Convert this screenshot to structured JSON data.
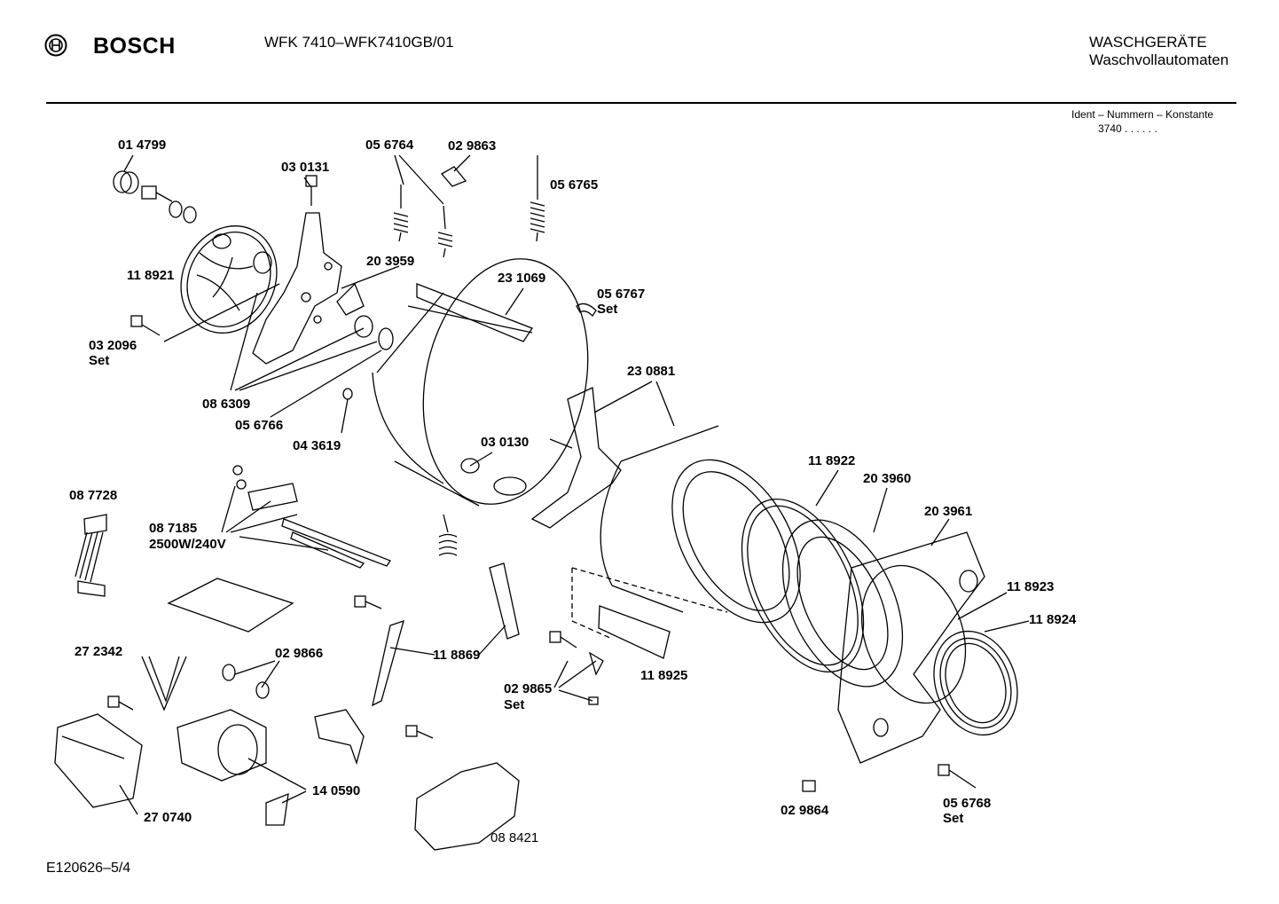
{
  "header": {
    "brand": "BOSCH",
    "model": "WFK 7410–WFK7410GB/01",
    "category_line1": "WASCHGERÄTE",
    "category_line2": "Waschvollautomaten",
    "ident_label": "Ident – Nummern – Konstante",
    "ident_value": "3740 . . . . . ."
  },
  "footer": {
    "doc_id": "E120626–5/4"
  },
  "parts": {
    "p014799": "01 4799",
    "p118921": "11 8921",
    "p032096": "03 2096",
    "p032096set": "Set",
    "p030131": "03 0131",
    "p056764": "05 6764",
    "p029863": "02 9863",
    "p056765": "05 6765",
    "p203959": "20 3959",
    "p231069": "23 1069",
    "p056767": "05 6767",
    "p056767set": "Set",
    "p086309": "08 6309",
    "p056766": "05 6766",
    "p043619": "04 3619",
    "p230881": "23 0881",
    "p030130": "03 0130",
    "p118922": "11 8922",
    "p203960": "20 3960",
    "p203961": "20 3961",
    "p087728": "08 7728",
    "p087185": "08 7185",
    "p2500w": "2500W/240V",
    "p118923": "11 8923",
    "p118924": "11 8924",
    "p272342": "27 2342",
    "p029866": "02 9866",
    "p118869": "11 8869",
    "p118925": "11 8925",
    "p029865": "02 9865",
    "p029865set": "Set",
    "p270740": "27 0740",
    "p140590": "14 0590",
    "p084421": "08 8421",
    "p029864": "02 9864",
    "p056768": "05 6768",
    "p056768set": "Set"
  }
}
